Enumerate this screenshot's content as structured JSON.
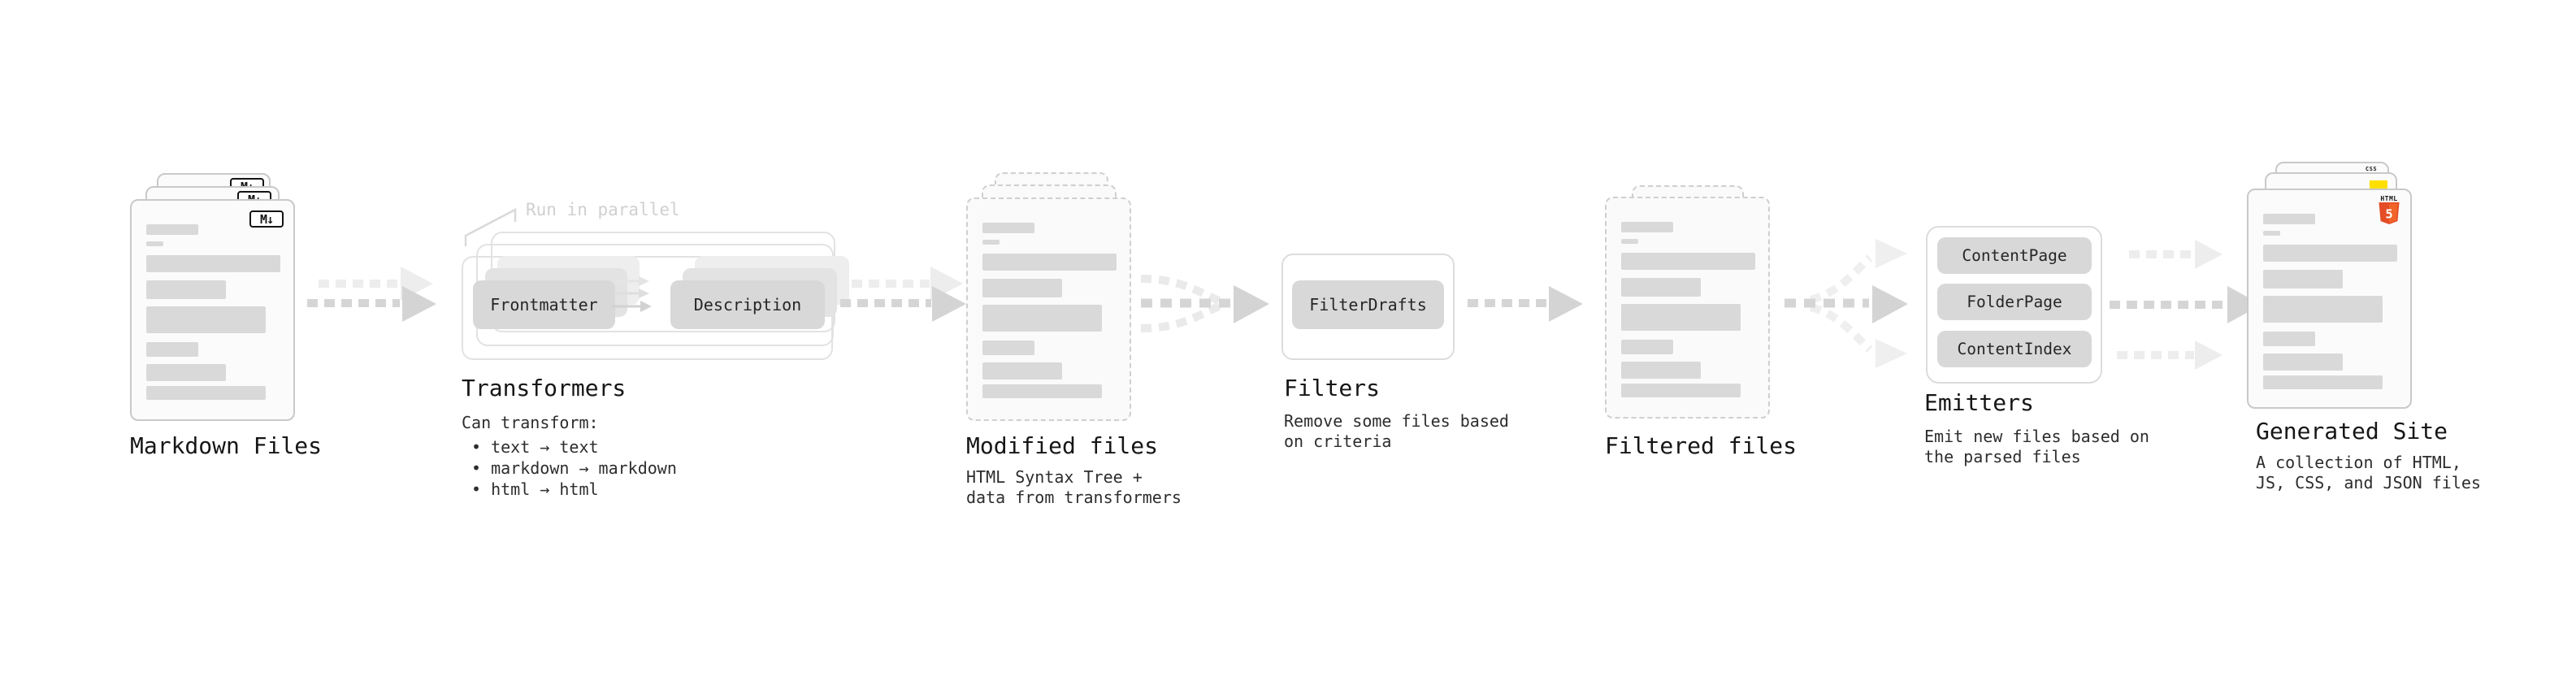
{
  "stages": {
    "markdown": {
      "label": "Markdown Files",
      "badge": "M↓"
    },
    "transformers": {
      "heading": "Transformers",
      "note": "Run in parallel",
      "box1": "Frontmatter",
      "box2": "Description",
      "sub_title": "Can transform:",
      "bullet1": "• text → text",
      "bullet2": "• markdown → markdown",
      "bullet3": "• html → html"
    },
    "modified": {
      "label": "Modified files",
      "sub1": "HTML Syntax Tree +",
      "sub2": "data from transformers"
    },
    "filters": {
      "heading": "Filters",
      "box": "FilterDrafts",
      "sub1": "Remove some files based",
      "sub2": "on criteria"
    },
    "filtered": {
      "label": "Filtered files"
    },
    "emitters": {
      "heading": "Emitters",
      "box1": "ContentPage",
      "box2": "FolderPage",
      "box3": "ContentIndex",
      "sub1": "Emit new files based on",
      "sub2": "the parsed files"
    },
    "generated": {
      "label": "Generated Site",
      "sub1": "A collection of HTML,",
      "sub2": "JS, CSS, and JSON files",
      "badge_html_top": "HTML",
      "badge_html_num": "5",
      "badge_css": "CSS"
    }
  },
  "colors": {
    "html5_orange": "#e44d26",
    "js_yellow": "#ffdf00",
    "css_blue": "#2965f1",
    "bar_gray": "#d9d9d9",
    "box_gray": "#d8d8d8",
    "arrow_dark": "#d5d5d5",
    "arrow_light": "#ededed"
  }
}
